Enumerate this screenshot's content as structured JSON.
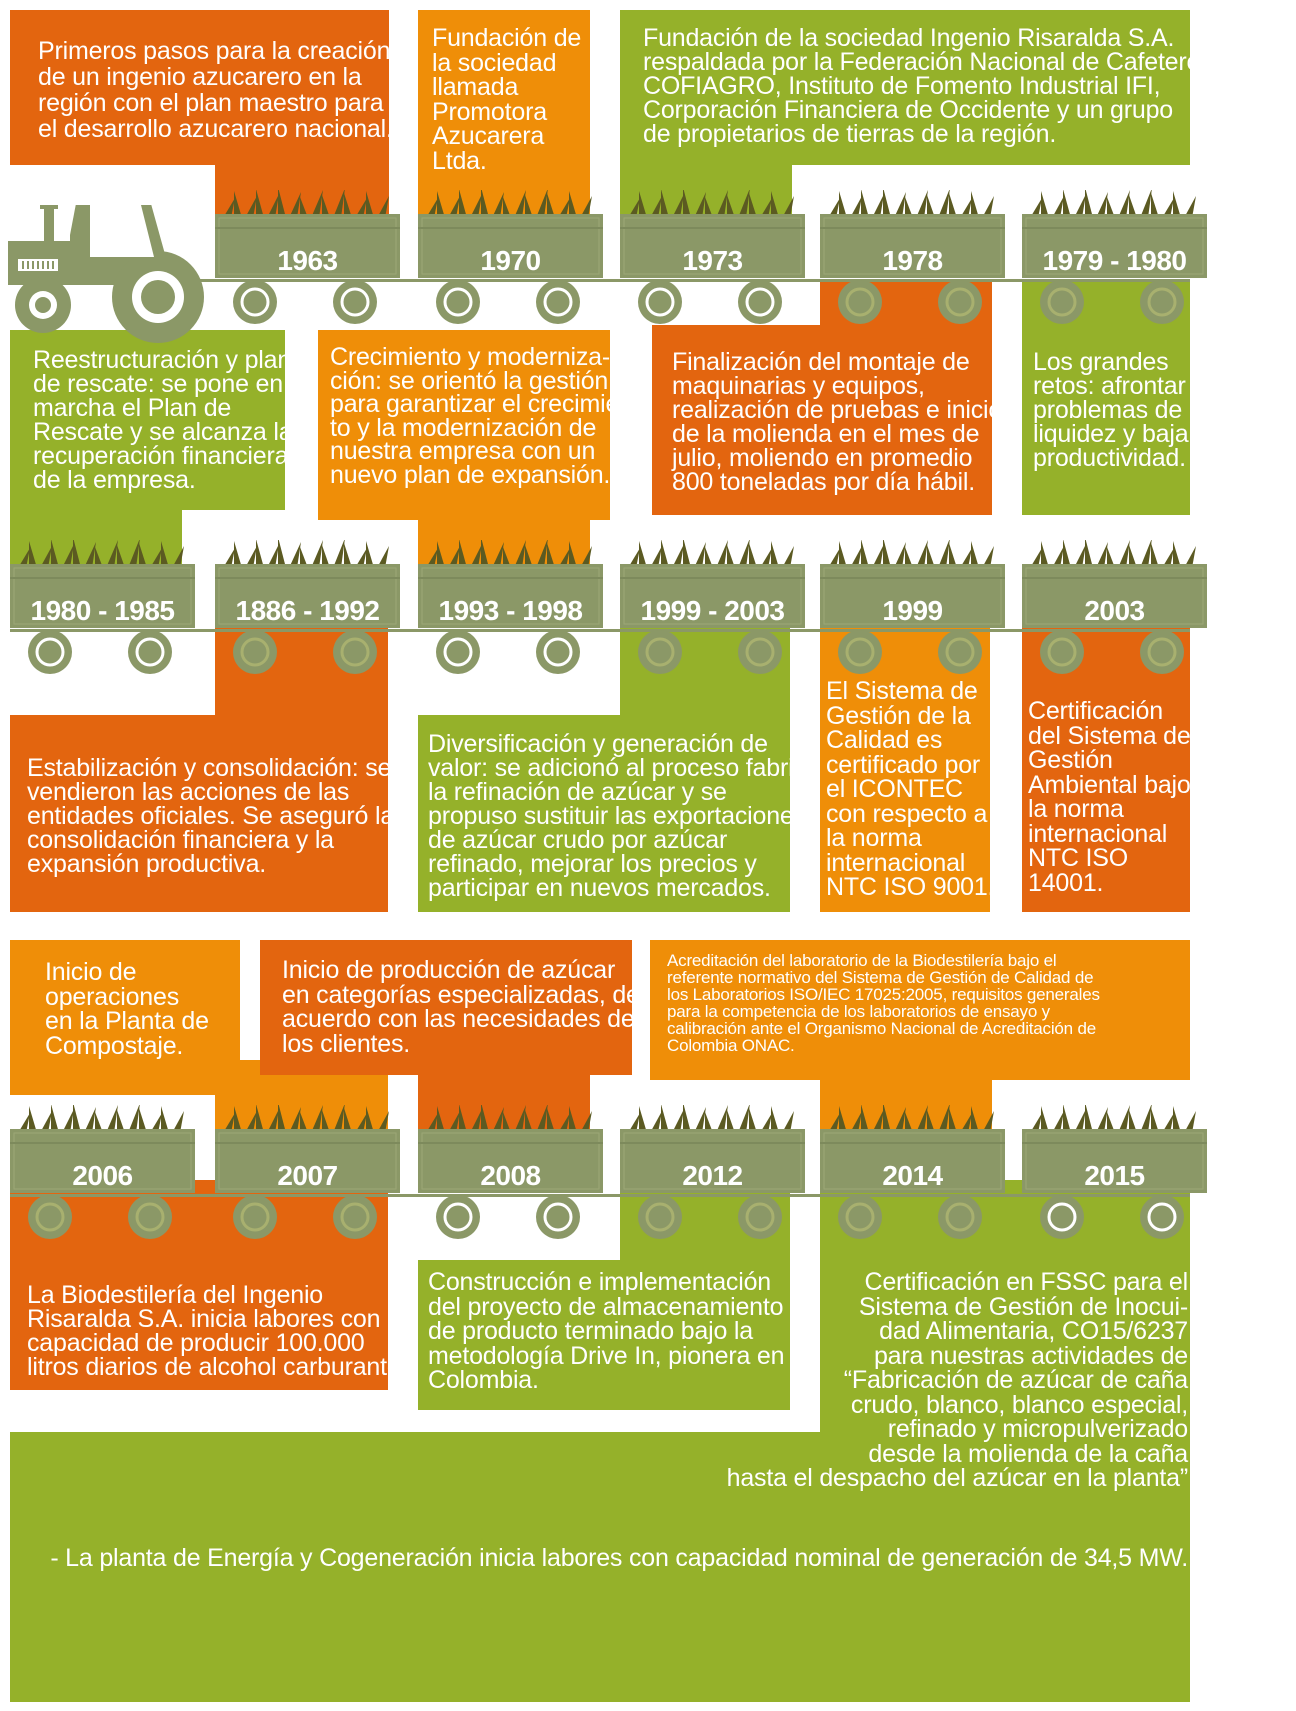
{
  "colors": {
    "green": "#95b12a",
    "orange": "#e3650f",
    "light_orange": "#ef8e08",
    "olive": "#8b9867",
    "cane": "#5b5a22"
  },
  "rows": [
    {
      "years": [
        "1963",
        "1970",
        "1973",
        "1978",
        "1979 - 1980"
      ]
    },
    {
      "years": [
        "1980 - 1985",
        "1886 - 1992",
        "1993 - 1998",
        "1999 - 2003",
        "1999",
        "2003"
      ]
    },
    {
      "years": [
        "2006",
        "2007",
        "2008",
        "2012",
        "2014",
        "2015"
      ]
    }
  ],
  "events": {
    "e1963": "Primeros pasos para la creación\nde un ingenio azucarero en la\nregión con el plan maestro para\nel desarrollo azucarero nacional.",
    "e1970": "Fundación de\nla sociedad\nllamada\nPromotora\nAzucarera\nLtda.",
    "e1973": "Fundación de la sociedad Ingenio Risaralda S.A.\nrespaldada por la Federación Nacional de Cafeteros,\nCOFIAGRO, Instituto de Fomento Industrial IFI,\nCorporación Financiera de Occidente y un grupo\nde propietarios de tierras de la región.",
    "e1978": "Finalización del montaje de\nmaquinarias y equipos,\nrealización de pruebas e inicio\nde la molienda en el mes de\njulio, moliendo en promedio\n800 toneladas por día hábil.",
    "e1979": "Los grandes\nretos: afrontar\nproblemas de\nliquidez y baja\nproductividad.",
    "e1980": "Reestructuración y plan\nde rescate: se pone en\nmarcha el Plan de\nRescate y se alcanza la\nrecuperación financiera\nde la empresa.",
    "e1886": "Estabilización y consolidación: se\nvendieron las acciones de las\nentidades oficiales. Se aseguró la\nconsolidación financiera y la\nexpansión productiva.",
    "e1993": "Crecimiento y moderniza-\nción: se orientó la gestión\npara garantizar el crecimien-\nto y la modernización de\nnuestra empresa con un\nnuevo plan de expansión.",
    "e1999_2003": "Diversificación y generación de\nvalor: se adicionó al proceso fabril\nla refinación de azúcar y se\npropuso sustituir las exportaciones\nde azúcar crudo por azúcar\nrefinado, mejorar los precios y\nparticipar en nuevos mercados.",
    "e1999": "El Sistema de\nGestión de la\nCalidad es\ncertificado por\nel ICONTEC\ncon respecto a\nla norma\ninternacional\nNTC ISO 9001.",
    "e2003": "Certificación\ndel Sistema de\nGestión\nAmbiental bajo\nla norma\ninternacional\nNTC ISO\n14001.",
    "e2006": "La Biodestilería del Ingenio\nRisaralda S.A. inicia labores con\ncapacidad de producir 100.000\nlitros diarios de alcohol carburante.",
    "e2007": "Inicio de\noperaciones\nen la Planta de\nCompostaje.",
    "e2008": "Inicio de producción de azúcar\nen categorías especializadas, de\nacuerdo con las necesidades de\nlos clientes.",
    "e2012": "Construcción e implementación\ndel proyecto de almacenamiento\nde producto terminado bajo la\nmetodología Drive In, pionera en\nColombia.",
    "e2014": "Acreditación del laboratorio de la Biodestilería bajo el\nreferente normativo del Sistema de Gestión de Calidad de\nlos Laboratorios ISO/IEC 17025:2005, requisitos generales\npara la competencia de los laboratorios de ensayo y\ncalibración ante el Organismo Nacional de Acreditación de\nColombia ONAC.",
    "e2015": "Certificación en FSSC para el\nSistema de Gestión de Inocui-\ndad Alimentaria, CO15/6237\npara nuestras actividades de\n“Fabricación de azúcar de caña\ncrudo, blanco, blanco especial,\nrefinado y micropulverizado\ndesde la molienda de la caña\nhasta el despacho del azúcar en la planta”",
    "e2015b": "- La planta de Energía y Cogeneración inicia labores con capacidad nominal de generación de 34,5 MW."
  }
}
